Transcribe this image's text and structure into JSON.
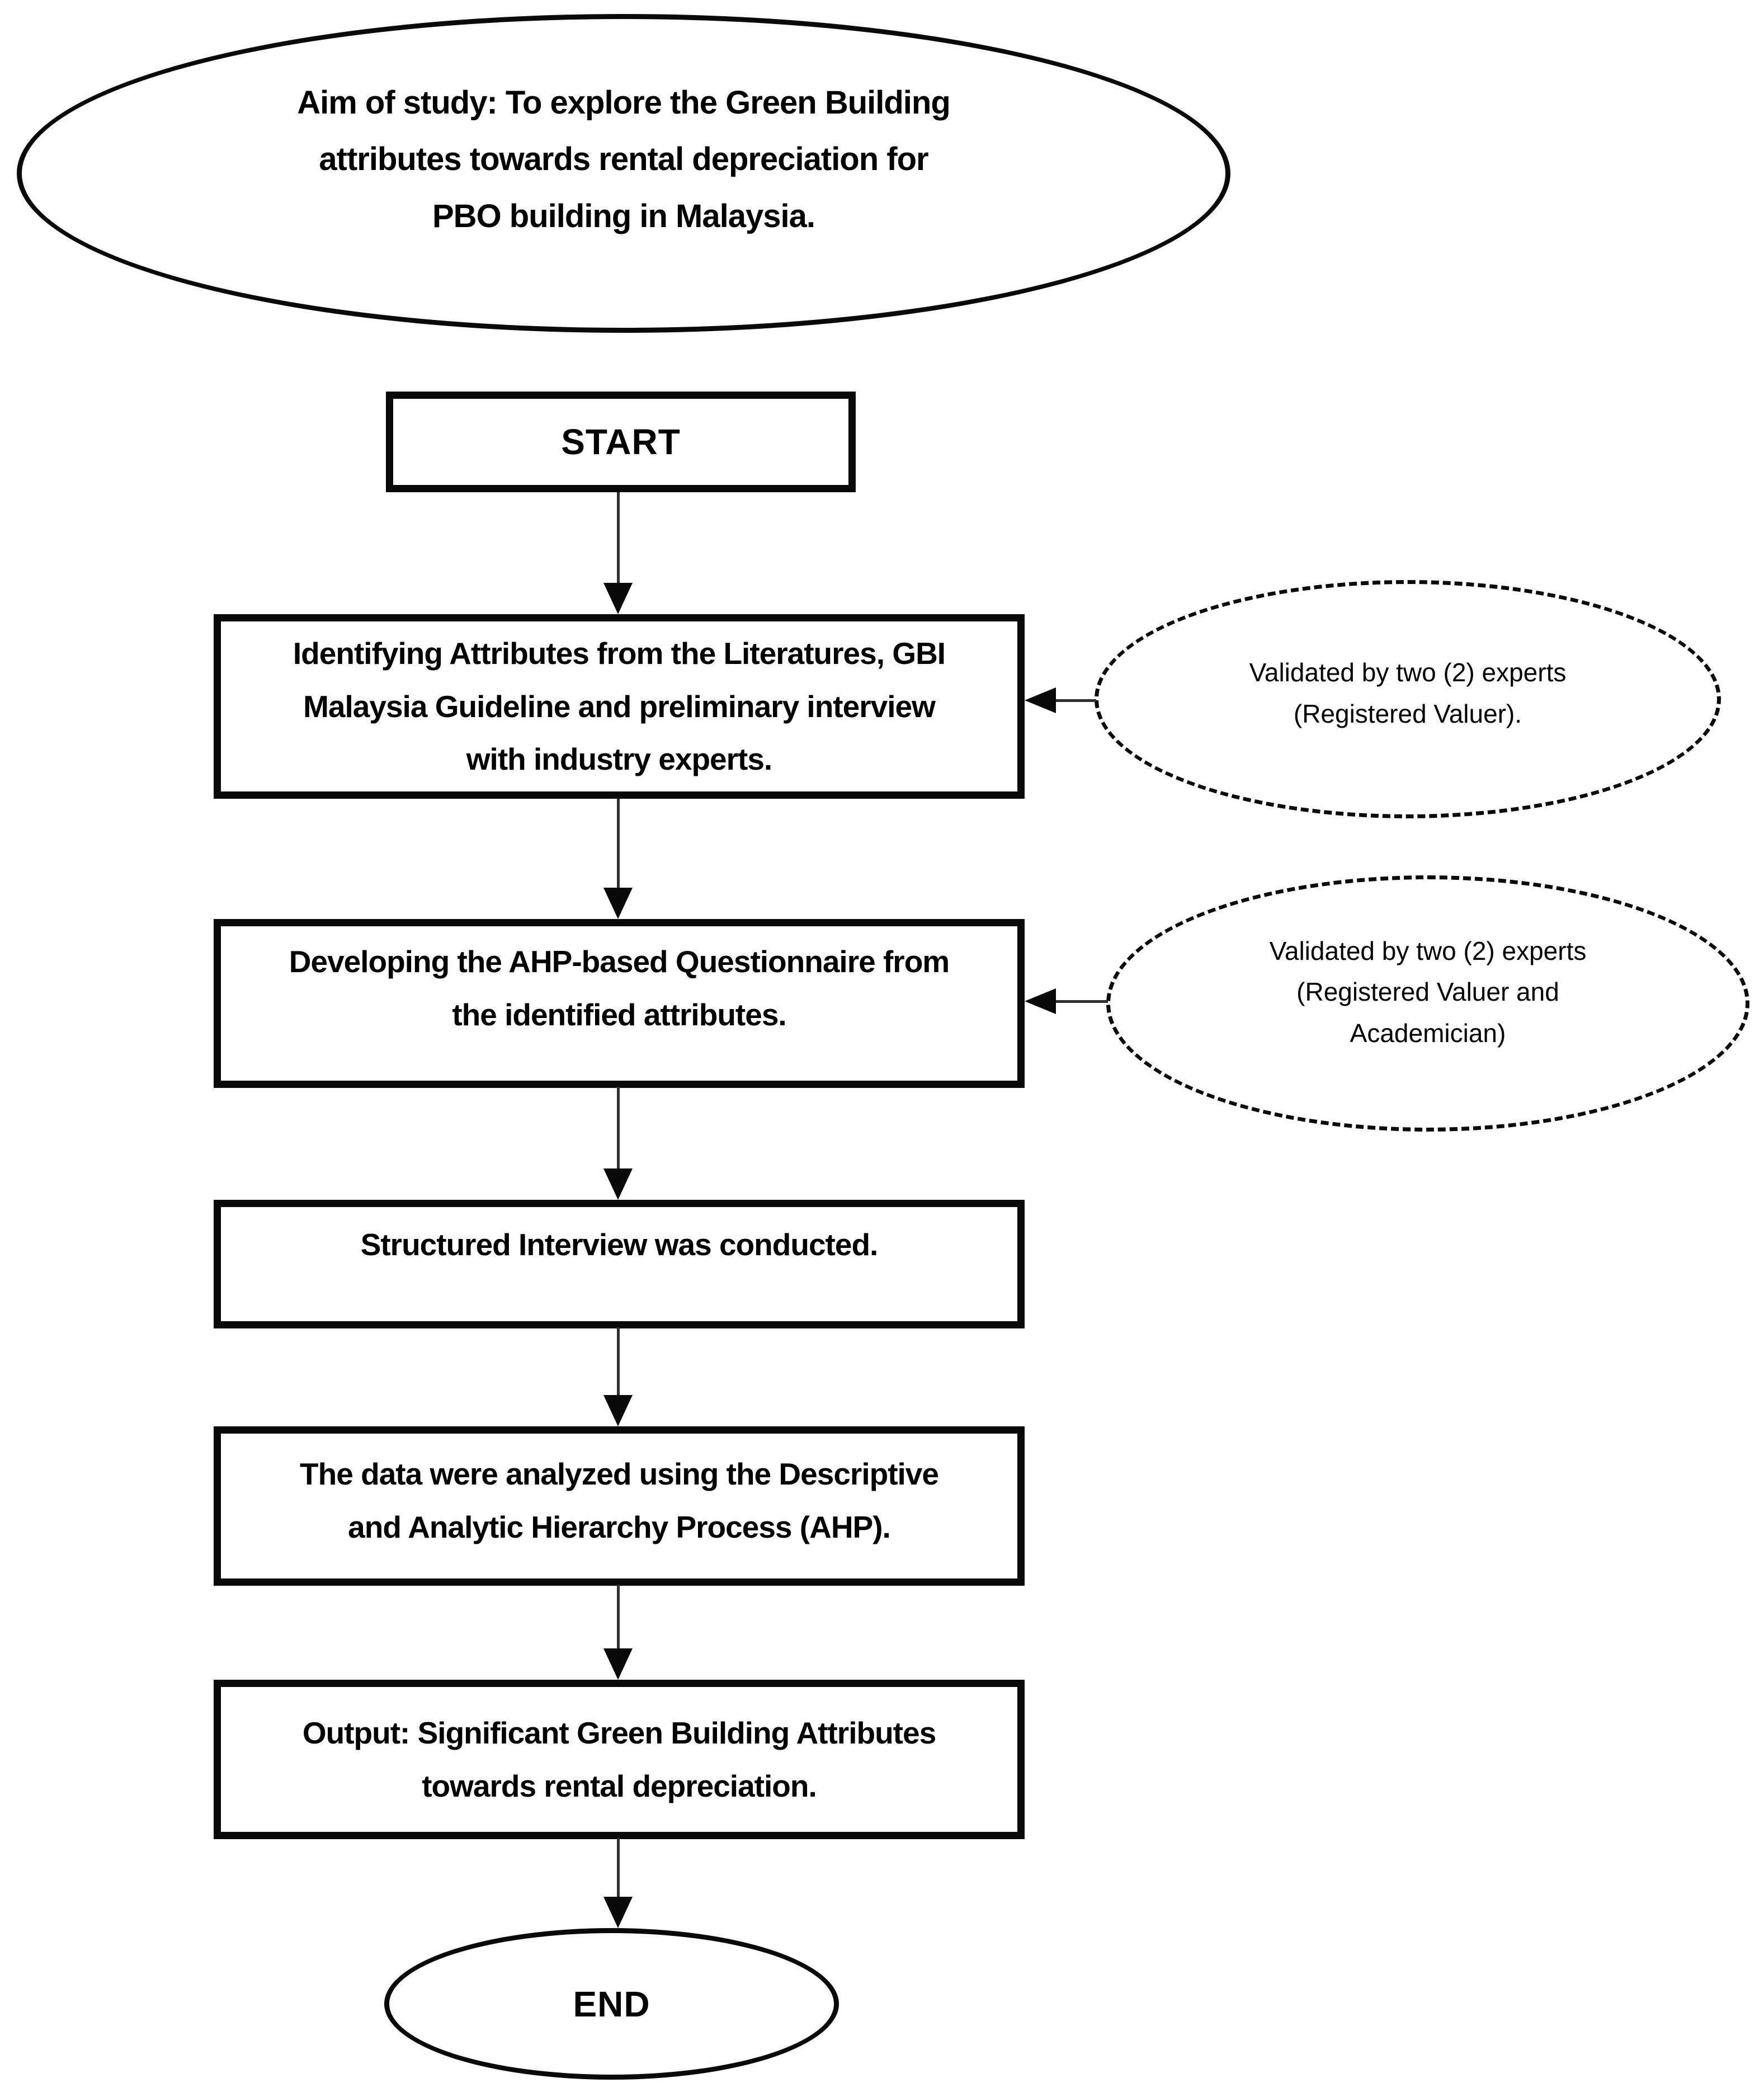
{
  "page": {
    "background_color": "#ffffff",
    "ink_color": "#0a0a0a"
  },
  "flowchart": {
    "aim": {
      "text": "Aim of study: To explore the Green Building\nattributes towards rental depreciation for\nPBO building in Malaysia."
    },
    "start": {
      "label": "START"
    },
    "steps": [
      {
        "text": "Identifying Attributes from the Literatures, GBI\nMalaysia Guideline and preliminary interview\nwith industry experts."
      },
      {
        "text": "Developing the AHP-based Questionnaire from\nthe identified attributes."
      },
      {
        "text": "Structured Interview was conducted."
      },
      {
        "text": "The data were analyzed using the Descriptive\nand Analytic Hierarchy Process (AHP)."
      },
      {
        "text": "Output: Significant Green Building Attributes\ntowards rental depreciation."
      }
    ],
    "validations": [
      {
        "text": "Validated by two (2) experts\n(Registered Valuer)."
      },
      {
        "text": "Validated by two (2) experts\n(Registered Valuer and\nAcademician)"
      }
    ],
    "end": {
      "label": "END"
    }
  }
}
